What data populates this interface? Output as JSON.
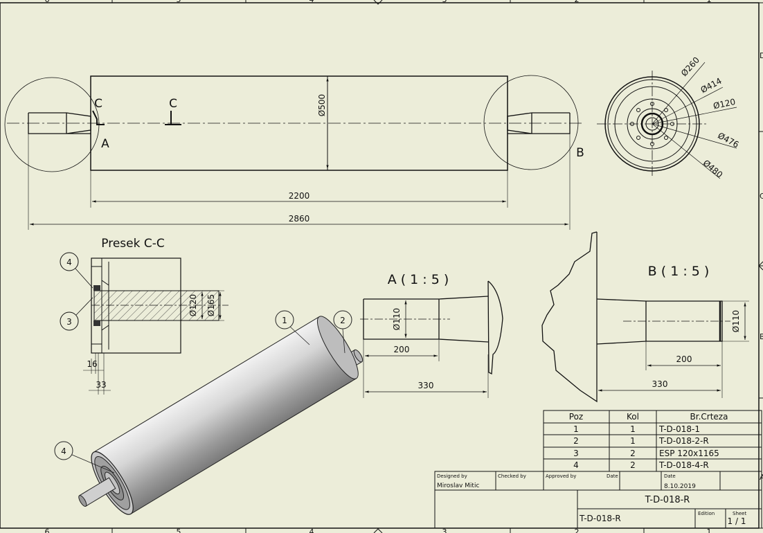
{
  "border": {
    "columns_top": [
      "6",
      "5",
      "4",
      "3",
      "2",
      "1"
    ],
    "columns_bottom": [
      "6",
      "5",
      "4",
      "3",
      "2",
      "1"
    ],
    "rows_right": [
      "D",
      "C",
      "B",
      "A"
    ]
  },
  "main_view": {
    "section_marks": [
      "C",
      "C"
    ],
    "detail_labels": [
      "A",
      "B"
    ],
    "dimensions": {
      "diameter": "Ø500",
      "body_length": "2200",
      "total_length": "2860"
    }
  },
  "end_view": {
    "dimensions": [
      "Ø260",
      "Ø414",
      "Ø120",
      "Ø476",
      "Ø480"
    ]
  },
  "section_view": {
    "title": "Presek C-C",
    "balloons": [
      "4",
      "3"
    ],
    "dimensions": [
      "Ø120",
      "Ø165",
      "16",
      "33"
    ]
  },
  "detail_a": {
    "title": "A ( 1 : 5 )",
    "dimensions": [
      "Ø110",
      "200",
      "330"
    ]
  },
  "detail_b": {
    "title": "B ( 1 : 5 )",
    "dimensions": [
      "Ø110",
      "200",
      "330"
    ]
  },
  "iso_view": {
    "balloons": [
      "1",
      "2",
      "4"
    ]
  },
  "parts_list": {
    "headers": [
      "Poz",
      "Kol",
      "Br.Crteza"
    ],
    "rows": [
      [
        "1",
        "1",
        "T-D-018-1"
      ],
      [
        "2",
        "1",
        "T-D-018-2-R"
      ],
      [
        "3",
        "2",
        "ESP 120x1165"
      ],
      [
        "4",
        "2",
        "T-D-018-4-R"
      ]
    ]
  },
  "title_block": {
    "designed_by_label": "Designed by",
    "designed_by": "Miroslav Mitic",
    "checked_by_label": "Checked by",
    "approved_by_label": "Approved by",
    "date_label": "Date",
    "date_label2": "Date",
    "date": "8.10.2019",
    "title": "T-D-018-R",
    "drawing_no": "T-D-018-R",
    "edition_label": "Edition",
    "sheet_label": "Sheet",
    "sheet": "1 / 1"
  }
}
